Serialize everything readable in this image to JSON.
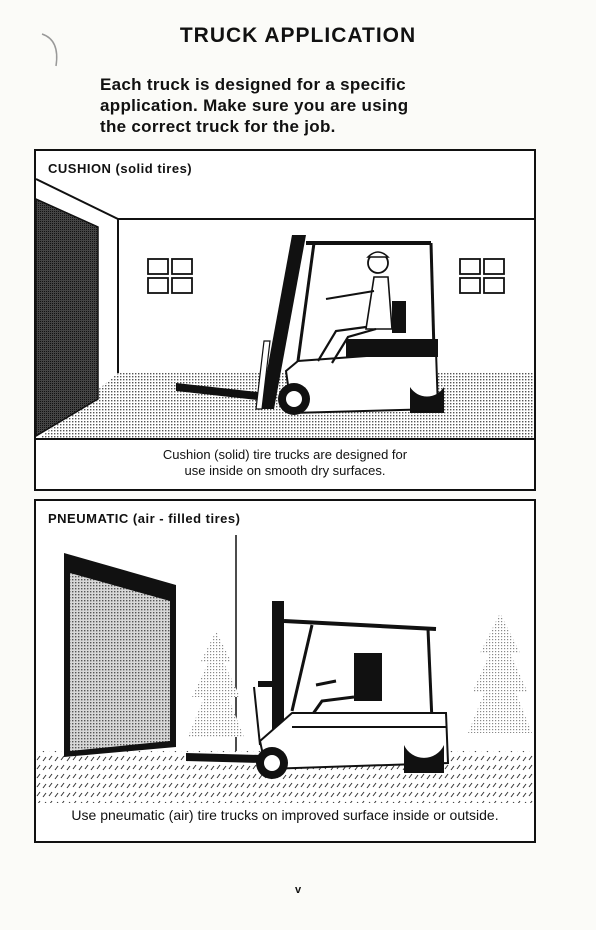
{
  "page": {
    "title": "TRUCK APPLICATION",
    "intro_lines": [
      "Each truck is designed for a specific",
      "application.  Make sure you are using",
      "the correct truck for the job."
    ],
    "page_number": "v"
  },
  "panels": {
    "cushion": {
      "label": "CUSHION  (solid  tires)",
      "caption_lines": [
        "Cushion (solid) tire trucks are designed for",
        "use inside on smooth dry surfaces."
      ]
    },
    "pneumatic": {
      "label": "PNEUMATIC  (air  -  filled  tires)",
      "caption_lines": [
        "Use pneumatic (air) tire trucks on improved surface inside or outside."
      ]
    }
  },
  "icons": [
    "forklift-icon",
    "window-icon",
    "doorway-icon",
    "tree-icon"
  ]
}
